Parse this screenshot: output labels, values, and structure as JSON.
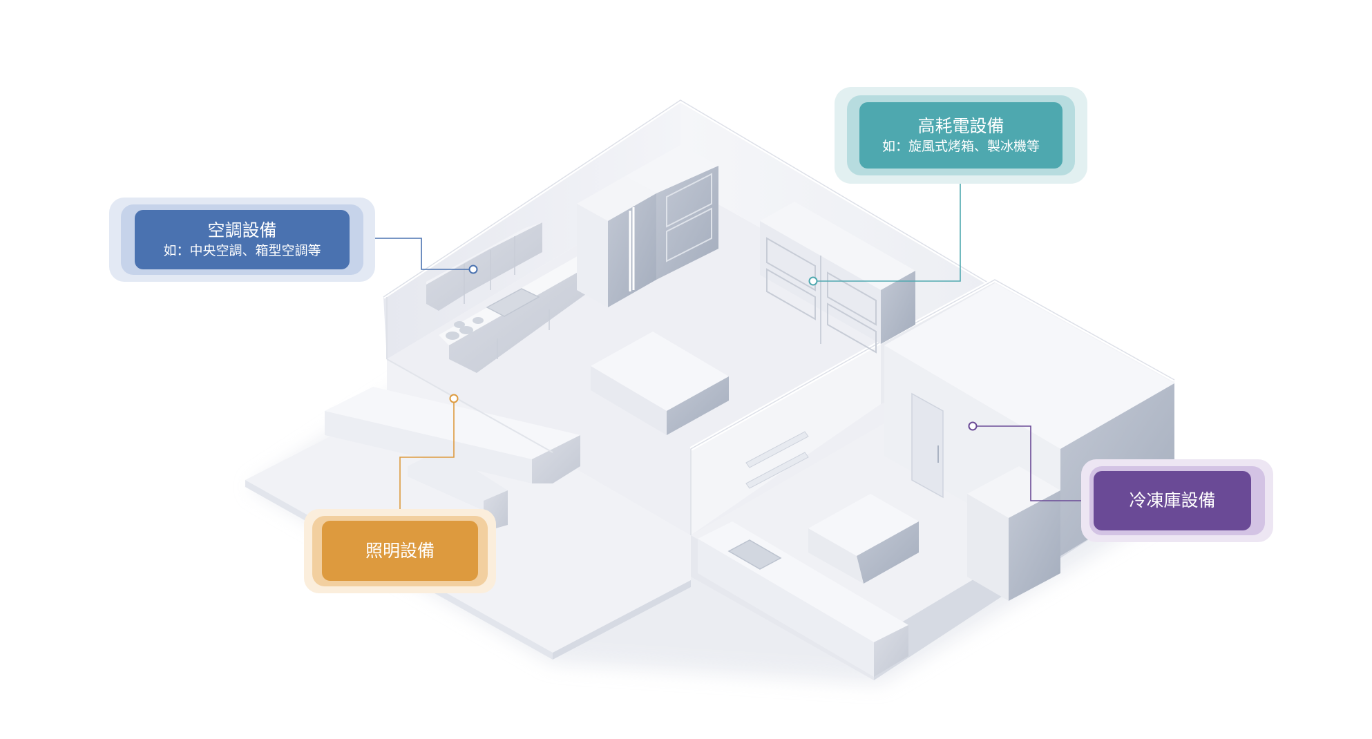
{
  "labels": {
    "hvac": {
      "title": "空調設備",
      "subtitle": "如：中央空調、箱型空調等"
    },
    "high_power": {
      "title": "高耗電設備",
      "subtitle": "如：旋風式烤箱、製冰機等"
    },
    "lighting": {
      "title": "照明設備"
    },
    "freezer": {
      "title": "冷凍庫設備"
    }
  },
  "colors": {
    "hvac": "#4a72b0",
    "high_power": "#4ea8af",
    "lighting": "#dd9a3e",
    "freezer": "#6a4a96"
  },
  "icons": {
    "kitchen": "isometric-kitchen-floor-plan"
  }
}
